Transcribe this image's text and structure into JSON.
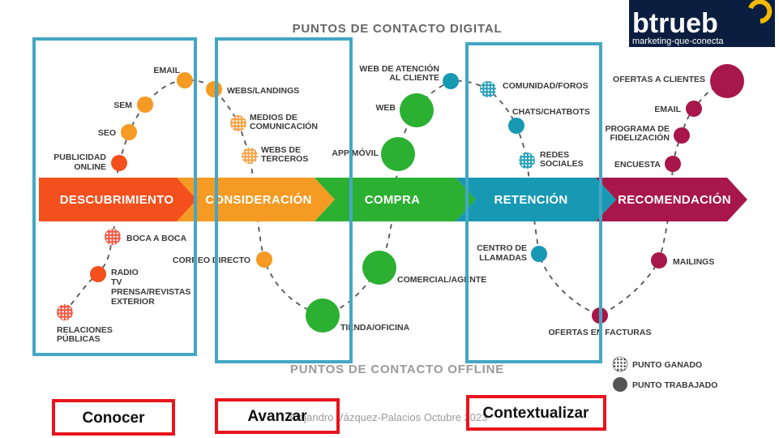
{
  "headers": {
    "digital": "PUNTOS DE CONTACTO DIGITAL",
    "offline": "PUNTOS DE CONTACTO OFFLINE"
  },
  "logo": {
    "name": "btrueb",
    "tagline": "marketing-que-conecta",
    "bg": "#0b1e3f",
    "accent": "#f5b800"
  },
  "stages": [
    {
      "label": "DESCUBRIMIENTO",
      "color": "#f3501e"
    },
    {
      "label": "CONSIDERACIÓN",
      "color": "#f59a23"
    },
    {
      "label": "COMPRA",
      "color": "#2bb031"
    },
    {
      "label": "RETENCIÓN",
      "color": "#1798b3"
    },
    {
      "label": "RECOMENDACIÓN",
      "color": "#a8174a"
    }
  ],
  "touchpoints": {
    "email": "EMAIL",
    "sem": "SEM",
    "seo": "SEO",
    "publicidad_1": "PUBLICIDAD",
    "publicidad_2": "ONLINE",
    "webs_landings": "WEBS/LANDINGS",
    "medios_1": "MEDIOS DE",
    "medios_2": "COMUNICACIÓN",
    "webs_terceros_1": "WEBS DE",
    "webs_terceros_2": "TERCEROS",
    "web_atencion_1": "WEB DE ATENCIÓN",
    "web_atencion_2": "AL CLIENTE",
    "web": "WEB",
    "app_movil": "APP MÓVIL",
    "comunidad": "COMUNIDAD/FOROS",
    "chats": "CHATS/CHATBOTS",
    "redes_1": "REDES",
    "redes_2": "SOCIALES",
    "ofertas_clientes": "OFERTAS A CLIENTES",
    "email_rec": "EMAIL",
    "programa_1": "PROGRAMA DE",
    "programa_2": "FIDELIZACIÓN",
    "encuesta": "ENCUESTA",
    "boca": "BOCA A BOCA",
    "radio": "RADIO",
    "tv": "TV",
    "prensa": "PRENSA/REVISTAS",
    "exterior": "EXTERIOR",
    "relaciones_1": "RELACIONES",
    "relaciones_2": "PÚBLICAS",
    "correo": "CORREO DIRECTO",
    "tienda": "TIENDA/OFICINA",
    "comercial": "COMERCIAL/AGENTE",
    "centro_1": "CENTRO DE",
    "centro_2": "LLAMADAS",
    "ofertas_facturas": "OFERTAS EN FACTURAS",
    "mailings": "MAILINGS"
  },
  "legend": {
    "ganado": "PUNTO GANADO",
    "trabajado": "PUNTO TRABAJADO"
  },
  "boxes": {
    "conocer": "Conocer",
    "avanzar": "Avanzar",
    "contextualizar": "Contextualizar"
  },
  "footer": "Alejandro Vázquez-Palacios Octubre 2023",
  "colors": {
    "frame": "#45a6c4",
    "label_box": "#e8141c"
  }
}
